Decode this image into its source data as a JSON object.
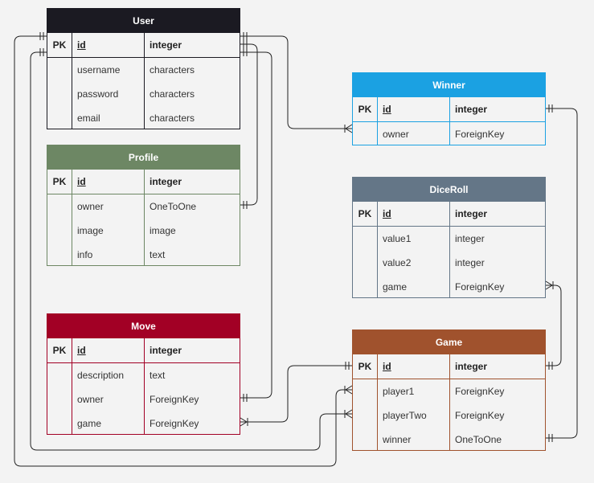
{
  "colors": {
    "user": "#1b1a22",
    "profile": "#6d8764",
    "move": "#a20025",
    "winner": "#1ba1e2",
    "diceroll": "#647687",
    "game": "#a0522d",
    "connector": "#222222"
  },
  "entities": {
    "user": {
      "title": "User",
      "pk": {
        "key": "PK",
        "name": "id",
        "type": "integer"
      },
      "fields": [
        {
          "name": "username",
          "type": "characters"
        },
        {
          "name": "password",
          "type": "characters"
        },
        {
          "name": "email",
          "type": "characters"
        }
      ]
    },
    "profile": {
      "title": "Profile",
      "pk": {
        "key": "PK",
        "name": "id",
        "type": "integer"
      },
      "fields": [
        {
          "name": "owner",
          "type": "OneToOne"
        },
        {
          "name": "image",
          "type": "image"
        },
        {
          "name": "info",
          "type": "text"
        }
      ]
    },
    "move": {
      "title": "Move",
      "pk": {
        "key": "PK",
        "name": "id",
        "type": "integer"
      },
      "fields": [
        {
          "name": "description",
          "type": "text"
        },
        {
          "name": "owner",
          "type": "ForeignKey"
        },
        {
          "name": "game",
          "type": "ForeignKey"
        }
      ]
    },
    "winner": {
      "title": "Winner",
      "pk": {
        "key": "PK",
        "name": "id",
        "type": "integer"
      },
      "fields": [
        {
          "name": "owner",
          "type": "ForeignKey"
        }
      ]
    },
    "diceroll": {
      "title": "DiceRoll",
      "pk": {
        "key": "PK",
        "name": "id",
        "type": "integer"
      },
      "fields": [
        {
          "name": "value1",
          "type": "integer"
        },
        {
          "name": "value2",
          "type": "integer"
        },
        {
          "name": "game",
          "type": "ForeignKey"
        }
      ]
    },
    "game": {
      "title": "Game",
      "pk": {
        "key": "PK",
        "name": "id",
        "type": "integer"
      },
      "fields": [
        {
          "name": "player1",
          "type": "ForeignKey"
        },
        {
          "name": "playerTwo",
          "type": "ForeignKey"
        },
        {
          "name": "winner",
          "type": "OneToOne"
        }
      ]
    }
  },
  "relationships": [
    {
      "from": "user.id",
      "to": "winner.owner",
      "type": "one-to-many"
    },
    {
      "from": "user.id",
      "to": "profile.owner",
      "type": "one-to-one"
    },
    {
      "from": "user.id",
      "to": "move.owner",
      "type": "one-to-many"
    },
    {
      "from": "user.id",
      "to": "game.player1",
      "type": "one-to-many"
    },
    {
      "from": "user.id",
      "to": "game.playerTwo",
      "type": "one-to-many"
    },
    {
      "from": "game.id",
      "to": "move.game",
      "type": "one-to-many"
    },
    {
      "from": "game.id",
      "to": "diceroll.game",
      "type": "one-to-many"
    },
    {
      "from": "winner.id",
      "to": "game.winner",
      "type": "one-to-one"
    }
  ]
}
